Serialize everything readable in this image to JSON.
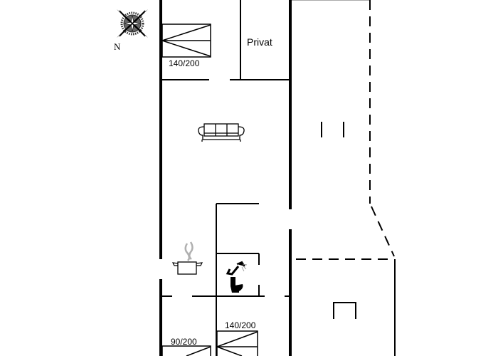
{
  "compass": {
    "north_label": "N",
    "icon": "compass-rose-icon"
  },
  "rooms": [
    {
      "id": "bedroom-top",
      "bed_label": "140/200"
    },
    {
      "id": "private-room",
      "label": "Privat"
    },
    {
      "id": "living-room",
      "furniture": "sofa-icon"
    },
    {
      "id": "kitchen",
      "furniture": "cooking-pot-icon"
    },
    {
      "id": "bathroom",
      "furniture": [
        "shower-icon",
        "toilet-icon"
      ]
    },
    {
      "id": "bedroom-bottom-left",
      "bed_label": "90/200"
    },
    {
      "id": "bedroom-bottom-right",
      "bed_label": "140/200"
    },
    {
      "id": "terrace-top",
      "style": "dashed-outline"
    },
    {
      "id": "terrace-bottom",
      "style": "dashed-outline"
    }
  ],
  "colors": {
    "wall": "#000000",
    "background": "#ffffff",
    "steam": "#b0b0b0",
    "guide": "#aaaaaa"
  }
}
